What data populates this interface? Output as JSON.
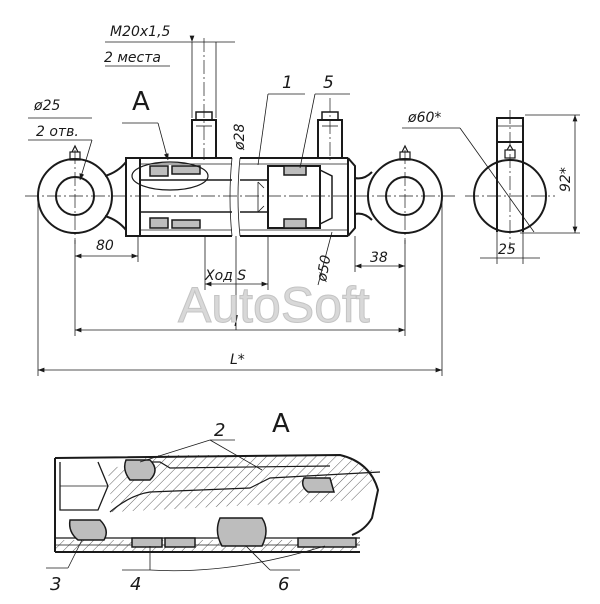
{
  "labels": {
    "thread": "M20x1,5",
    "thread_qty": "2 места",
    "bore_dia": "ø25",
    "bore_qty": "2 отв.",
    "view_a": "A",
    "pos_1": "1",
    "pos_5": "5",
    "rod_dia": "ø28",
    "eye_dia": "ø60*",
    "height": "92*",
    "width": "25",
    "dim_80": "80",
    "stroke": "Ход S",
    "piston_dia": "ø50",
    "dim_38": "38",
    "len_l": "l",
    "len_total": "L*",
    "watermark": "AutoSoft",
    "detail_title": "A",
    "pos_2": "2",
    "pos_3": "3",
    "pos_4": "4",
    "pos_6": "6"
  },
  "colors": {
    "line": "#1a1a1a",
    "seal_fill": "#bdbdbd",
    "watermark": "#d8d8d8"
  }
}
